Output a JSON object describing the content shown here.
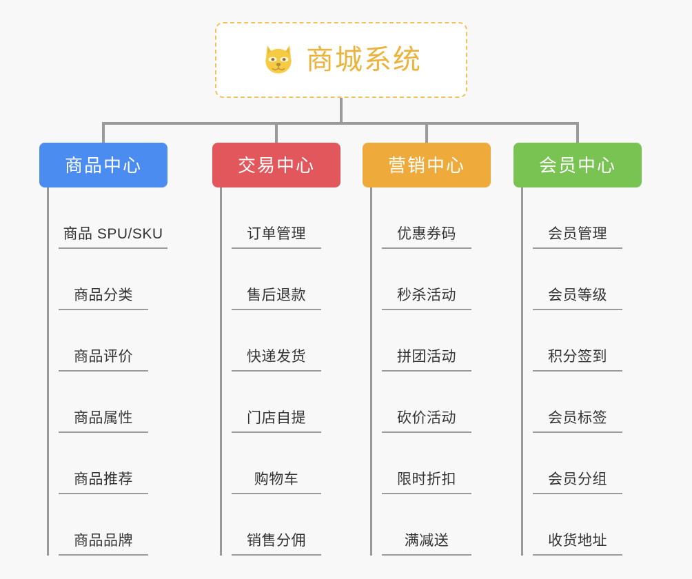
{
  "page": {
    "background_color": "#f8f8f8",
    "type": "mindmap"
  },
  "root": {
    "title": "商城系统",
    "icon": "shiba-dog-face-icon",
    "text_color": "#eab33c",
    "border_color": "#f2c35c",
    "background_color": "#ffffff"
  },
  "connector": {
    "color": "#9a9a9a"
  },
  "branches": [
    {
      "label": "商品中心",
      "color": "#4a8cf0",
      "items": [
        "商品 SPU/SKU",
        "商品分类",
        "商品评价",
        "商品属性",
        "商品推荐",
        "商品品牌"
      ]
    },
    {
      "label": "交易中心",
      "color": "#e2575b",
      "items": [
        "订单管理",
        "售后退款",
        "快递发货",
        "门店自提",
        "购物车",
        "销售分佣"
      ]
    },
    {
      "label": "营销中心",
      "color": "#eeab3b",
      "items": [
        "优惠券码",
        "秒杀活动",
        "拼团活动",
        "砍价活动",
        "限时折扣",
        "满减送"
      ]
    },
    {
      "label": "会员中心",
      "color": "#77c košt"
    }
  ]
}
